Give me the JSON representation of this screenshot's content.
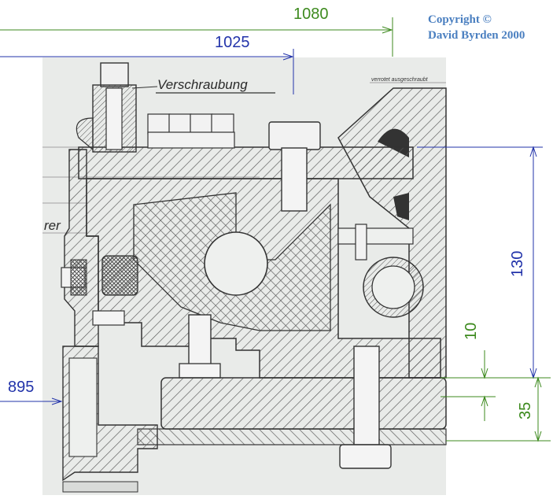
{
  "copyright": {
    "line1": "Copyright ©",
    "line2": "David Byrden 2000"
  },
  "drawing_labels": {
    "main": "Verschraubung",
    "small_top_right": "verrotet ausgeschraubt",
    "left_fragment": "rer"
  },
  "dimensions": {
    "d1080": "1080",
    "d1025": "1025",
    "d895": "895",
    "d130": "130",
    "d10": "10",
    "d35": "35"
  },
  "colors": {
    "green_dim": "#3d8a1e",
    "blue_dim": "#2233aa",
    "copyright": "#4a7fc0",
    "paper": "#e9ebe9",
    "ink": "#3a3a3a"
  }
}
